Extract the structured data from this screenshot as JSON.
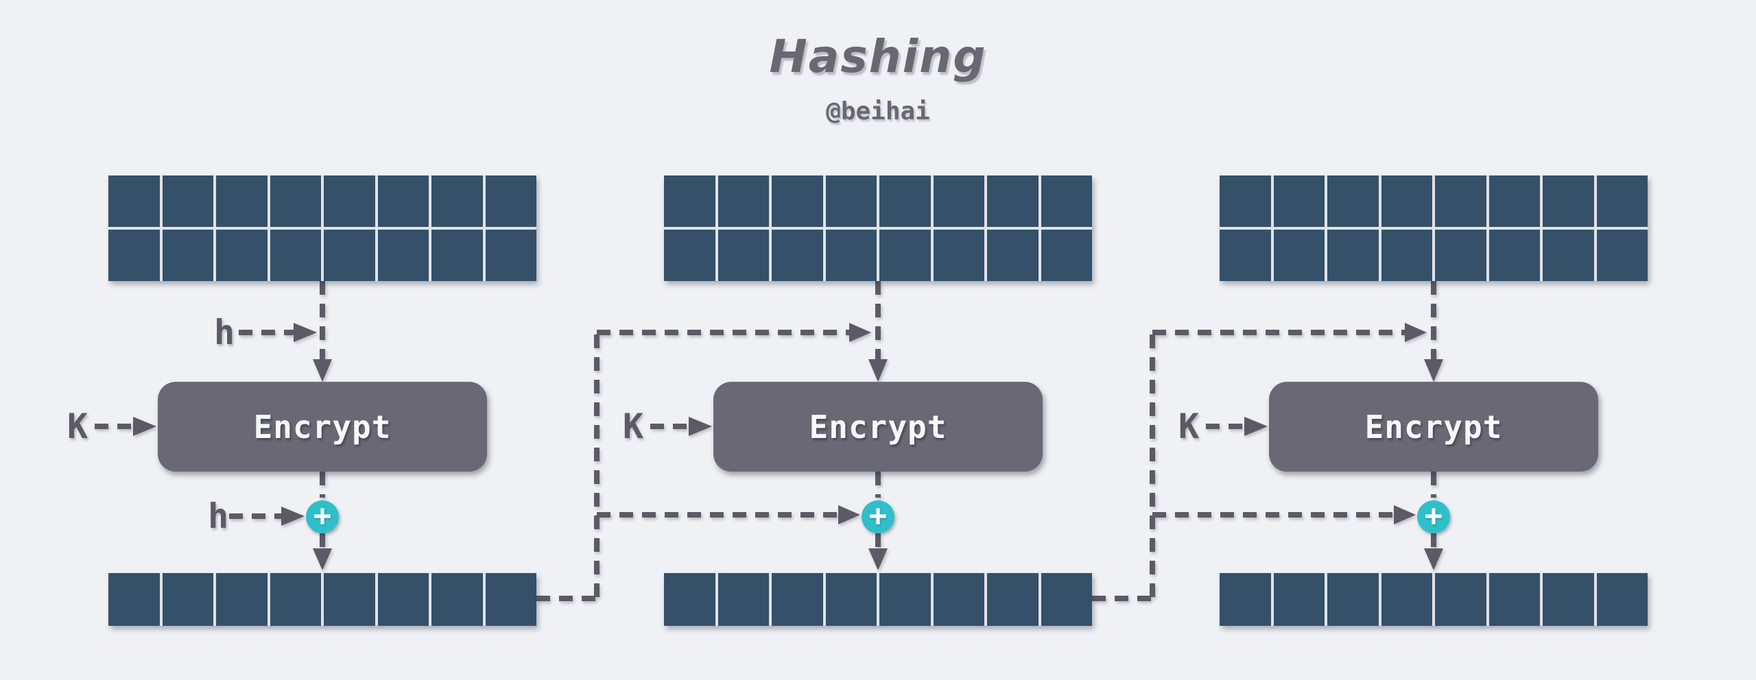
{
  "title": {
    "text": "Hashing",
    "attribution": "@beihai"
  },
  "colors": {
    "bg": "#eff1f4",
    "cell": "#355069",
    "gap": "#dfe3e8",
    "box": "#6b6875",
    "ink": "#5d5a66",
    "title": "#6a6773",
    "teal": "#2fbfca",
    "light": "#f7f8fa"
  },
  "blocks": [
    {
      "id": "block-1",
      "message_grid": {
        "rows": 2,
        "cols": 8
      },
      "hash_in_label": "h",
      "key_label": "K",
      "encrypt_label": "Encrypt",
      "hash_feed_label": "h",
      "xor_symbol": "+",
      "digest_grid": {
        "rows": 1,
        "cols": 8
      }
    },
    {
      "id": "block-2",
      "message_grid": {
        "rows": 2,
        "cols": 8
      },
      "key_label": "K",
      "encrypt_label": "Encrypt",
      "xor_symbol": "+",
      "digest_grid": {
        "rows": 1,
        "cols": 8
      }
    },
    {
      "id": "block-3",
      "message_grid": {
        "rows": 2,
        "cols": 8
      },
      "key_label": "K",
      "encrypt_label": "Encrypt",
      "xor_symbol": "+",
      "digest_grid": {
        "rows": 1,
        "cols": 8
      }
    }
  ]
}
